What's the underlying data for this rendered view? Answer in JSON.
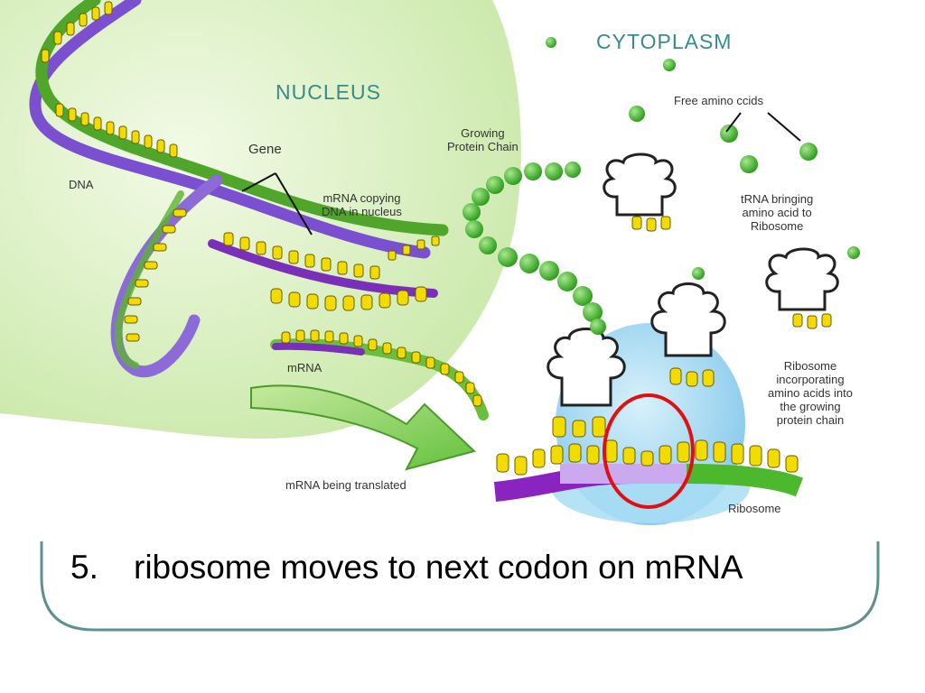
{
  "diagram": {
    "labels": {
      "cytoplasm": "CYTOPLASM",
      "nucleus": "NUCLEUS",
      "dna": "DNA",
      "gene": "Gene",
      "growing_chain": [
        "Growing",
        "Protein Chain"
      ],
      "mrna_copying": [
        "mRNA copying",
        "DNA in nucleus"
      ],
      "free_amino": "Free amino ccids",
      "trna": [
        "tRNA bringing",
        "amino acid to",
        "Ribosome"
      ],
      "mrna": "mRNA",
      "ribosome_incorp": [
        "Ribosome",
        "incorporating",
        "amino acids into",
        "the growing",
        "protein chain"
      ],
      "mrna_translated": "mRNA being translated",
      "ribosome": "Ribosome"
    },
    "colors": {
      "nucleus_fill": "#d8efc0",
      "dna_purple": "#8c6bd8",
      "dna_green": "#6cbf3a",
      "base_yellow": "#f2dc00",
      "amino_green": "#3fae2a",
      "ribosome_blue": "#8fd0ef",
      "highlight_red": "#e01010",
      "frame_teal": "#5f8f8f"
    }
  },
  "caption": {
    "number": "5.",
    "text": "ribosome moves to next codon on mRNA"
  }
}
